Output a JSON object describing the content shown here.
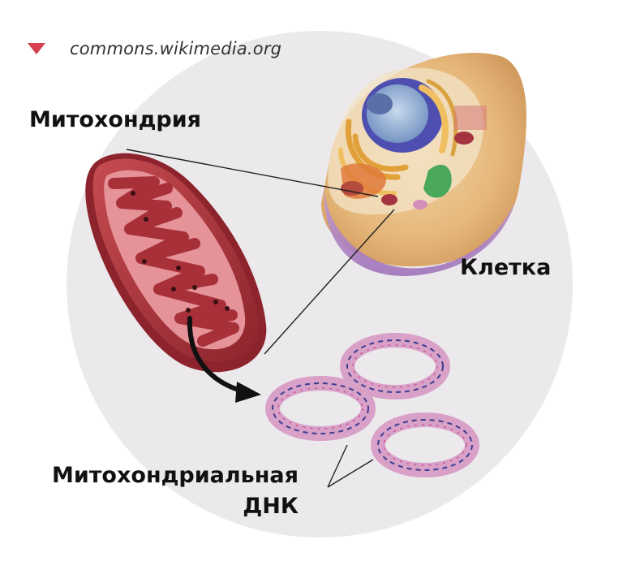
{
  "source": {
    "text": "commons.wikimedia.org",
    "icon": "triangle-down-icon"
  },
  "labels": {
    "mitochondrion": "Митохондрия",
    "cell": "Клетка",
    "mtdna_line1": "Митохондриальная",
    "mtdna_line2": "ДНК"
  },
  "colors": {
    "background_circle": "#ebe9ec",
    "mito_outer": "#a6303a",
    "mito_inner": "#c9575c",
    "dna_ring": "#d9a0c8",
    "dna_strand": "#3b3f8f",
    "source_marker": "#d64050"
  }
}
